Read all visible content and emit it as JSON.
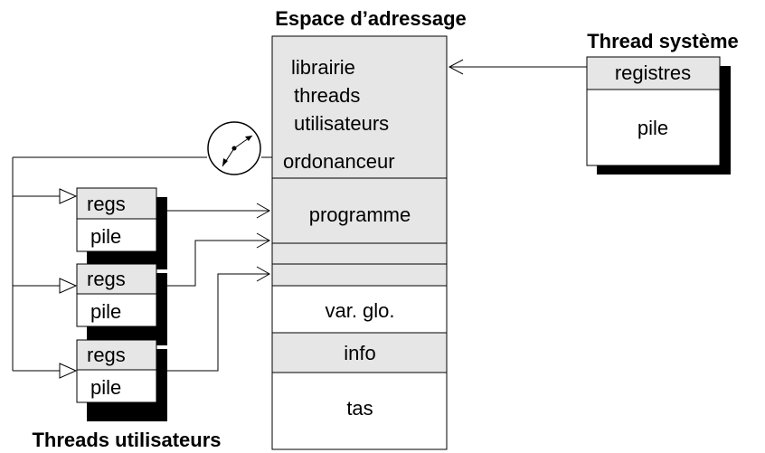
{
  "address_space": {
    "title": "Espace d’adressage",
    "library_lines": [
      "librairie",
      "threads",
      "utilisateurs",
      "ordonanceur"
    ],
    "program": "programme",
    "globals": "var. glo.",
    "info": "info",
    "heap": "tas"
  },
  "system_thread": {
    "title": "Thread système",
    "registers": "registres",
    "stack": "pile"
  },
  "user_threads": {
    "title": "Threads utilisateurs",
    "items": [
      {
        "regs": "regs",
        "stack": "pile"
      },
      {
        "regs": "regs",
        "stack": "pile"
      },
      {
        "regs": "regs",
        "stack": "pile"
      }
    ]
  },
  "colors": {
    "shaded_fill": "#e6e6e6",
    "stroke": "#000000",
    "shadow": "#000000"
  },
  "icons": {
    "scheduler_timer": "clock-icon"
  }
}
